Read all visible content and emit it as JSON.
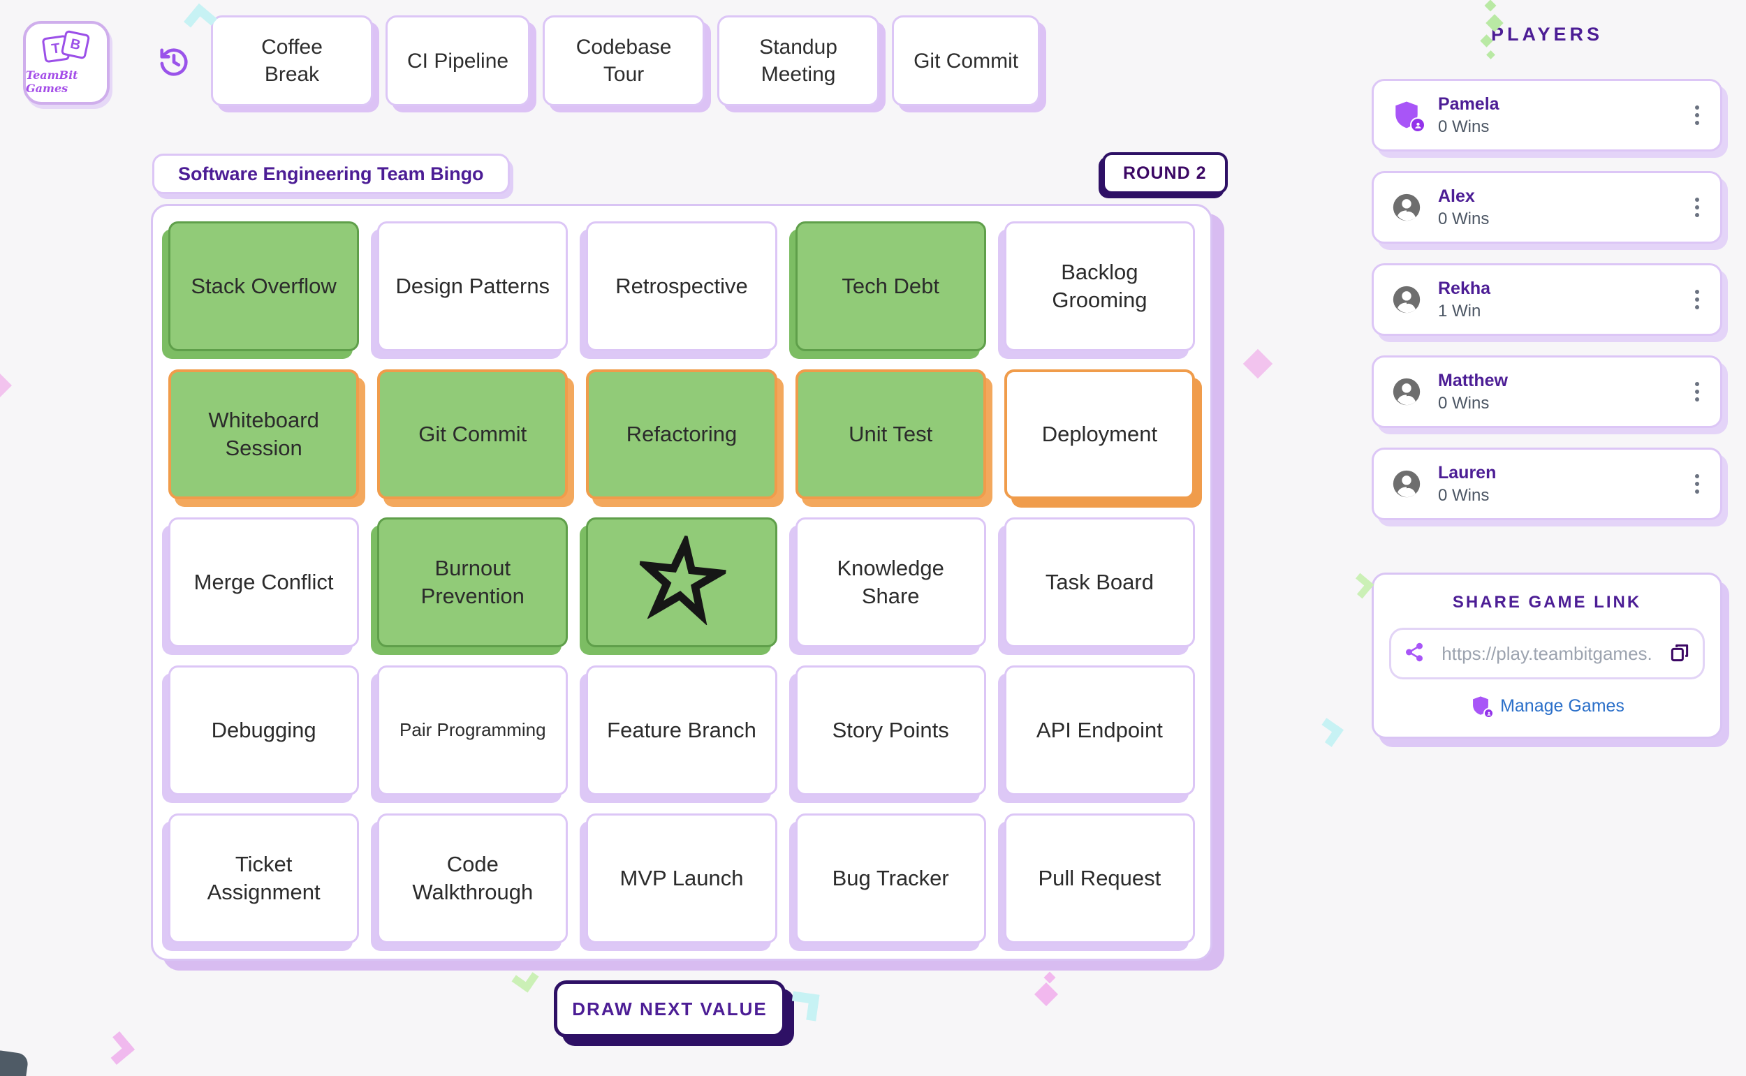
{
  "logo": {
    "brand": "TeamBit Games",
    "block_letters": [
      "T",
      "B"
    ]
  },
  "drawn_values": [
    "Coffee Break",
    "CI Pipeline",
    "Codebase Tour",
    "Standup Meeting",
    "Git Commit"
  ],
  "game": {
    "title": "Software Engineering Team Bingo",
    "round_label": "ROUND 2",
    "draw_button_label": "DRAW NEXT VALUE"
  },
  "board": {
    "columns": 5,
    "cells": [
      {
        "label": "Stack Overflow",
        "marked": true,
        "highlighted": false,
        "star": false
      },
      {
        "label": "Design Patterns",
        "marked": false,
        "highlighted": false,
        "star": false
      },
      {
        "label": "Retrospective",
        "marked": false,
        "highlighted": false,
        "star": false
      },
      {
        "label": "Tech Debt",
        "marked": true,
        "highlighted": false,
        "star": false
      },
      {
        "label": "Backlog Grooming",
        "marked": false,
        "highlighted": false,
        "star": false
      },
      {
        "label": "Whiteboard Session",
        "marked": true,
        "highlighted": true,
        "star": false
      },
      {
        "label": "Git Commit",
        "marked": true,
        "highlighted": true,
        "star": false
      },
      {
        "label": "Refactoring",
        "marked": true,
        "highlighted": true,
        "star": false
      },
      {
        "label": "Unit Test",
        "marked": true,
        "highlighted": true,
        "star": false
      },
      {
        "label": "Deployment",
        "marked": false,
        "highlighted": true,
        "star": false
      },
      {
        "label": "Merge Conflict",
        "marked": false,
        "highlighted": false,
        "star": false
      },
      {
        "label": "Burnout Prevention",
        "marked": true,
        "highlighted": false,
        "star": false
      },
      {
        "label": "",
        "marked": true,
        "highlighted": false,
        "star": true
      },
      {
        "label": "Knowledge Share",
        "marked": false,
        "highlighted": false,
        "star": false
      },
      {
        "label": "Task Board",
        "marked": false,
        "highlighted": false,
        "star": false
      },
      {
        "label": "Debugging",
        "marked": false,
        "highlighted": false,
        "star": false
      },
      {
        "label": "Pair Programming",
        "marked": false,
        "highlighted": false,
        "star": false,
        "small": true
      },
      {
        "label": "Feature Branch",
        "marked": false,
        "highlighted": false,
        "star": false
      },
      {
        "label": "Story Points",
        "marked": false,
        "highlighted": false,
        "star": false
      },
      {
        "label": "API Endpoint",
        "marked": false,
        "highlighted": false,
        "star": false
      },
      {
        "label": "Ticket Assignment",
        "marked": false,
        "highlighted": false,
        "star": false
      },
      {
        "label": "Code Walkthrough",
        "marked": false,
        "highlighted": false,
        "star": false
      },
      {
        "label": "MVP Launch",
        "marked": false,
        "highlighted": false,
        "star": false
      },
      {
        "label": "Bug Tracker",
        "marked": false,
        "highlighted": false,
        "star": false
      },
      {
        "label": "Pull Request",
        "marked": false,
        "highlighted": false,
        "star": false
      }
    ]
  },
  "players": {
    "heading": "PLAYERS",
    "list": [
      {
        "name": "Pamela",
        "wins_label": "0 Wins",
        "host": true
      },
      {
        "name": "Alex",
        "wins_label": "0 Wins",
        "host": false
      },
      {
        "name": "Rekha",
        "wins_label": "1 Win",
        "host": false
      },
      {
        "name": "Matthew",
        "wins_label": "0 Wins",
        "host": false
      },
      {
        "name": "Lauren",
        "wins_label": "0 Wins",
        "host": false
      }
    ]
  },
  "share": {
    "heading": "SHARE GAME LINK",
    "link_text": "https://play.teambitgames.",
    "manage_label": "Manage Games"
  },
  "icons": {
    "history": "history-icon",
    "host": "shield-user-icon",
    "player": "person-circle-icon",
    "menu": "kebab-menu-icon",
    "share": "share-icon",
    "copy": "copy-icon",
    "free_space": "star-icon"
  },
  "colors": {
    "accent_purple": "#a855f7",
    "dark_purple": "#2e1065",
    "title_purple": "#4c1d95",
    "lavender_border": "#dcc6f6",
    "lavender_shadow": "#ddc8f6",
    "marked_green_bg": "#91cb78",
    "marked_green_border": "#5f9f4a",
    "near_win_orange": "#f09c4b",
    "link_blue": "#2a6fc9",
    "text_dark": "#2d2d2d",
    "muted_gray": "#4b5563"
  }
}
